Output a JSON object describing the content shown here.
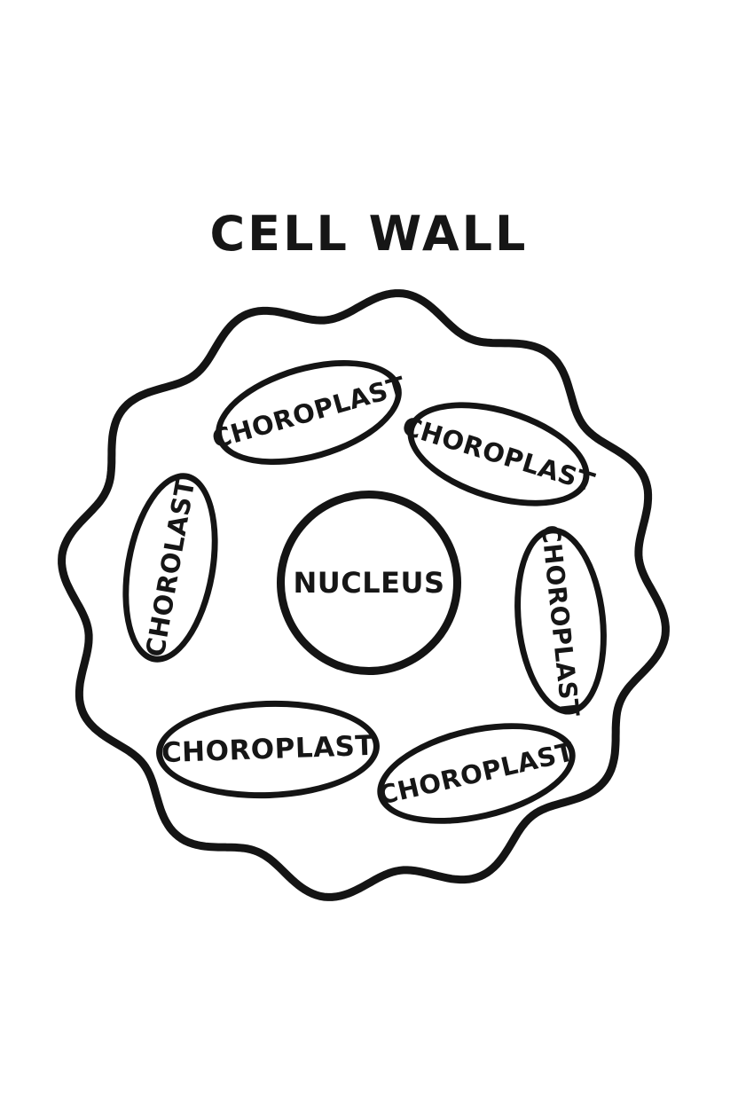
{
  "title": "CELL WALL",
  "nucleus": {
    "label": "NUCLEUS"
  },
  "organelles": [
    {
      "position": "top-left",
      "label": "CHOROPLAST"
    },
    {
      "position": "top-right",
      "label": "CHOROPLAST"
    },
    {
      "position": "left",
      "label": "CHOROLAST"
    },
    {
      "position": "right",
      "label": "CHOROPLAST"
    },
    {
      "position": "bottom-left",
      "label": "CHOROPLAST"
    },
    {
      "position": "bottom-right",
      "label": "CHOROPLAST"
    }
  ],
  "colors": {
    "ink": "#141414",
    "background": "#ffffff"
  }
}
